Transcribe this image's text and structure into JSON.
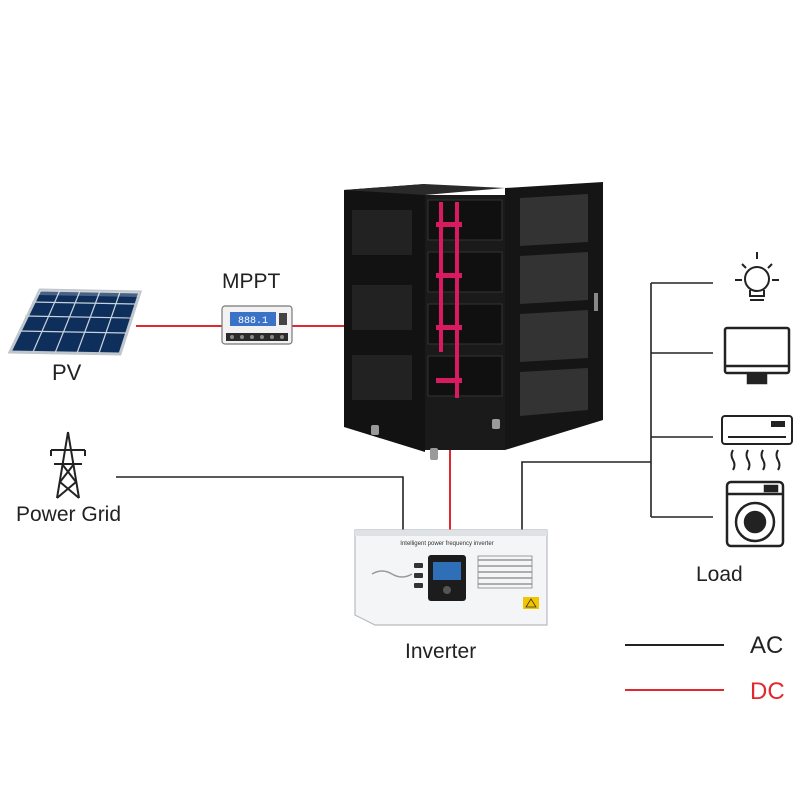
{
  "labels": {
    "pv": "PV",
    "mppt": "MPPT",
    "power_grid": "Power Grid",
    "inverter": "Inverter",
    "load": "Load"
  },
  "mppt_display": "888.1",
  "inverter_panel_title": "Intelligent power frequency inverter",
  "legend": [
    {
      "label": "AC",
      "color": "#222222"
    },
    {
      "label": "DC",
      "color": "#e0282e"
    }
  ],
  "colors": {
    "ac_line": "#222222",
    "dc_line": "#e0282e",
    "cabinet": "#1a1a1a",
    "battery_clip": "#d81b60",
    "solar_cell": "#0e2f5c"
  },
  "load_icons": [
    "light-bulb-icon",
    "tv-monitor-icon",
    "air-conditioner-icon",
    "washing-machine-icon"
  ],
  "other_icons": [
    "solar-panel-icon",
    "mppt-controller-icon",
    "power-tower-icon",
    "battery-cabinet-icon",
    "inverter-icon"
  ]
}
